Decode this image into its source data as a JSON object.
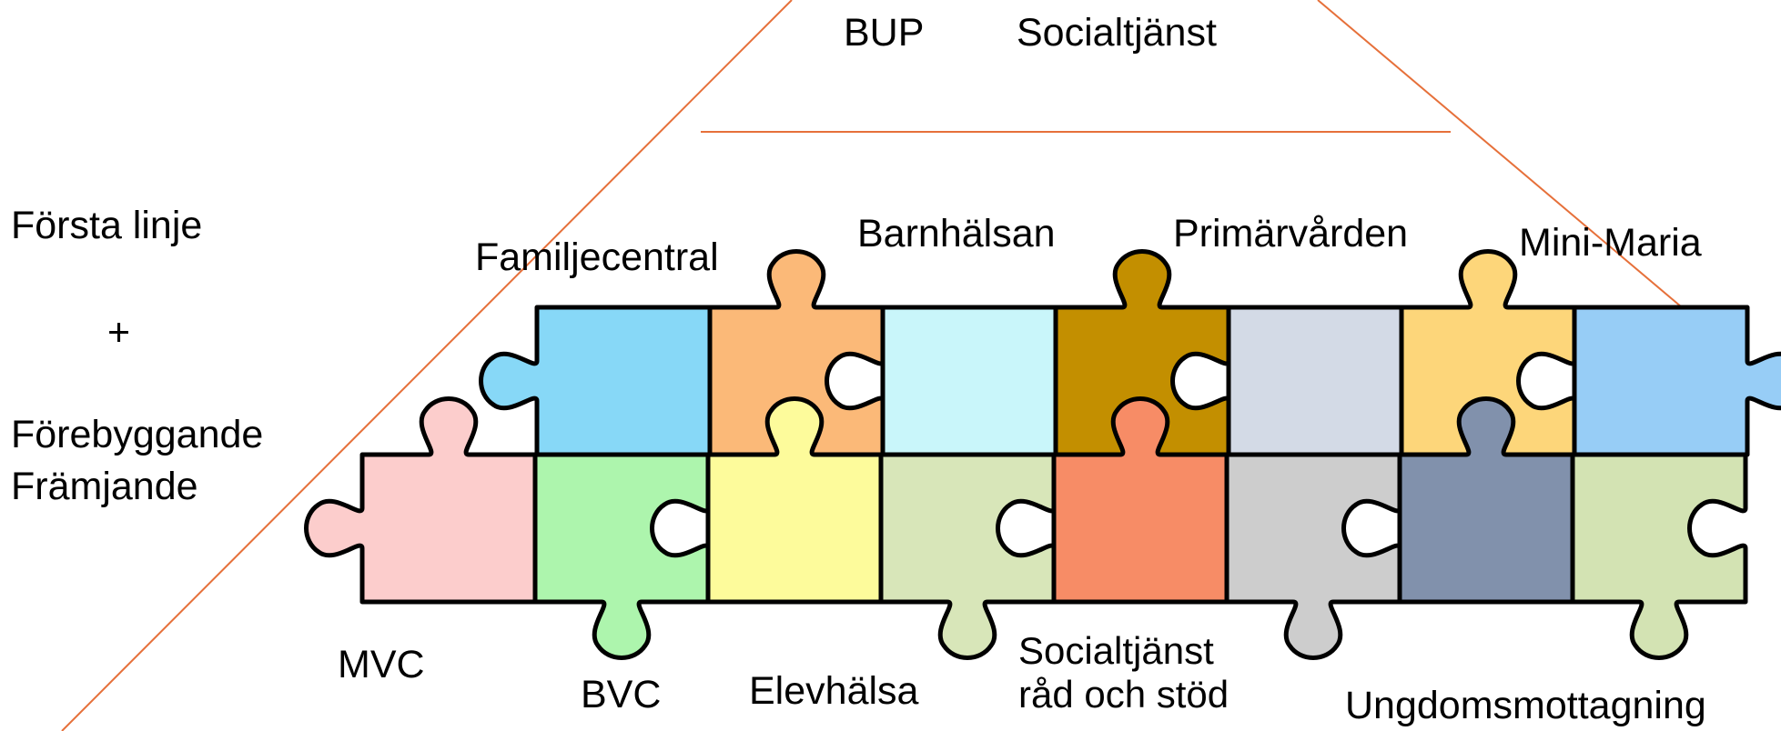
{
  "top_labels": {
    "bup": "BUP",
    "social": "Socialtjänst"
  },
  "side": {
    "first_line": "Första linje",
    "plus": "+",
    "preventive": "Förebyggande",
    "promoting": "Främjande"
  },
  "top_row": [
    {
      "label": "Familjecentral",
      "color": "#87d8f7"
    },
    {
      "label": "",
      "color": "#fbb978"
    },
    {
      "label": "Barnhälsan",
      "color": "#c9f6fa"
    },
    {
      "label": "",
      "color": "#c38f00"
    },
    {
      "label": "Primärvården",
      "color": "#d3dae6"
    },
    {
      "label": "",
      "color": "#fdd67a"
    },
    {
      "label": "Mini-Maria",
      "color": "#97cdf6"
    }
  ],
  "bottom_row": [
    {
      "label": "MVC",
      "color": "#fccdcc"
    },
    {
      "label": "BVC",
      "color": "#adf5ad"
    },
    {
      "label": "Elevhälsa",
      "color": "#fdfb9b"
    },
    {
      "label": "",
      "color": "#d8e6b9"
    },
    {
      "label": "Socialtjänst\nråd och stöd",
      "color": "#f78c66"
    },
    {
      "label": "",
      "color": "#cdcdcd"
    },
    {
      "label": "Ungdomsmottagning",
      "color": "#8191ac"
    },
    {
      "label": "",
      "color": "#d3e3b3"
    }
  ],
  "colors": {
    "line": "#e6703a",
    "outline": "#000000"
  }
}
